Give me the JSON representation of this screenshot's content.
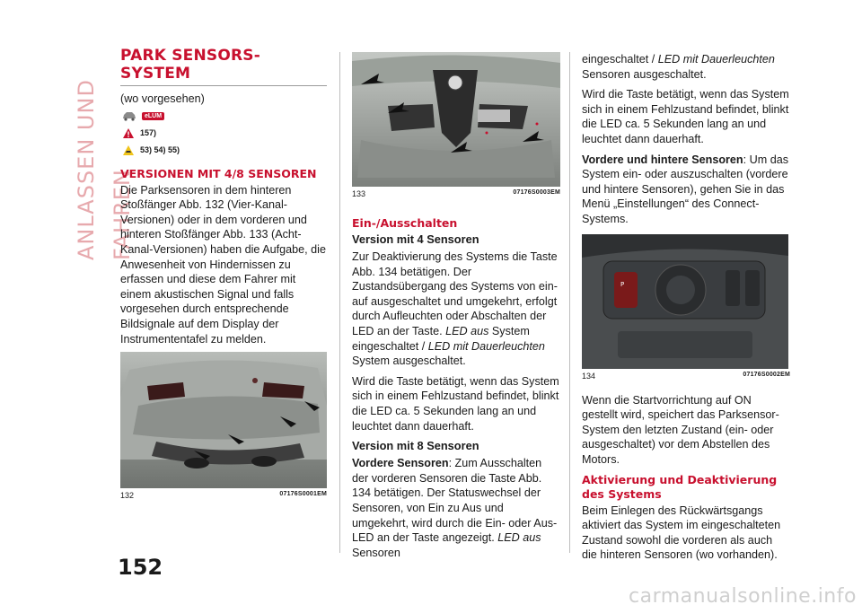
{
  "side_title": "ANLASSEN UND FAHREN",
  "page_number": "152",
  "watermark": "carmanualsonline.info",
  "col1": {
    "title": "PARK SENSORS-SYSTEM",
    "subtitle": "(wo vorgesehen)",
    "elum_label": "eLUM",
    "ref_warning": "157)",
    "ref_notes": "53) 54) 55)",
    "section_heading": "VERSIONEN MIT 4/8 SENSOREN",
    "paragraph": "Die Parksensoren in dem hinteren Stoßfänger Abb. 132 (Vier-Kanal-Versionen) oder in dem vorderen und hinteren Stoßfänger Abb. 133 (Acht-Kanal-Versionen) haben die Aufgabe, die Anwesenheit von Hindernissen zu erfassen und diese dem Fahrer mit einem akustischen Signal und falls vorgesehen durch entsprechende Bildsignale auf dem Display der Instrumententafel zu melden.",
    "figure": {
      "number": "132",
      "code": "07176S0001EM"
    }
  },
  "col2": {
    "figure": {
      "number": "133",
      "code": "07176S0003EM"
    },
    "heading": "Ein-/Ausschalten",
    "sub1": "Version mit 4 Sensoren",
    "p1_a": "Zur Deaktivierung des Systems die Taste Abb. 134 betätigen. Der Zustandsübergang des Systems von ein- auf ausgeschaltet und umgekehrt, erfolgt durch Aufleuchten oder Abschalten der LED an der Taste.",
    "p1_i1": "LED aus",
    "p1_b": "System eingeschaltet /",
    "p1_i2": "LED mit Dauerleuchten",
    "p1_c": "System ausgeschaltet.",
    "p2": "Wird die Taste betätigt, wenn das System sich in einem Fehlzustand befindet, blinkt die LED ca. 5 Sekunden lang an und leuchtet dann dauerhaft.",
    "sub2": "Version mit 8 Sensoren",
    "p3_bold": "Vordere Sensoren",
    "p3_a": ": Zum Ausschalten der vorderen Sensoren die Taste Abb. 134 betätigen. Der Statuswechsel der Sensoren, von Ein zu Aus und umgekehrt, wird durch die Ein- oder Aus-LED an der Taste angezeigt.",
    "p3_i": "LED aus",
    "p3_b": "Sensoren"
  },
  "col3": {
    "p1_a": "eingeschaltet /",
    "p1_i": "LED mit Dauerleuchten",
    "p1_b": "Sensoren ausgeschaltet.",
    "p2": "Wird die Taste betätigt, wenn das System sich in einem Fehlzustand befindet, blinkt die LED ca. 5 Sekunden lang an und leuchtet dann dauerhaft.",
    "p3_bold": "Vordere und hintere Sensoren",
    "p3_a": ": Um das System ein- oder auszuschalten (vordere und hintere Sensoren), gehen Sie in das Menü „Einstellungen“ des Connect-Systems.",
    "figure": {
      "number": "134",
      "code": "07176S0002EM"
    },
    "p4": "Wenn die Startvorrichtung auf ON gestellt wird, speichert das Parksensor-System den letzten Zustand (ein- oder ausgeschaltet) vor dem Abstellen des Motors.",
    "heading": "Aktivierung und Deaktivierung des Systems",
    "p5": "Beim Einlegen des Rückwärtsgangs aktiviert das System im eingeschalteten Zustand sowohl die vorderen als auch die hinteren Sensoren (wo vorhanden)."
  },
  "colors": {
    "accent": "#c8102e",
    "side_title": "#e7a9ad"
  }
}
